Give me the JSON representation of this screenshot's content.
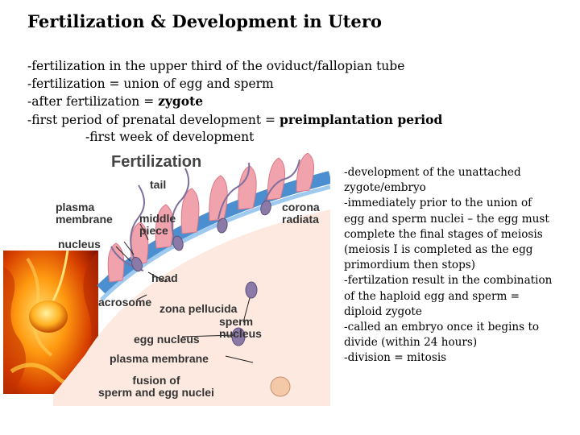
{
  "slide": {
    "title": "Fertilization & Development in Utero",
    "bullets": [
      {
        "text": "-fertilization in the upper third of the oviduct/fallopian tube"
      },
      {
        "text": "-fertilization = union of egg and sperm"
      },
      {
        "text": "-after fertilization = ",
        "bold": "zygote"
      },
      {
        "text": "-first period of prenatal development = ",
        "bold": "preimplantation period"
      },
      {
        "text": "-first week of development"
      }
    ],
    "side_text": [
      "-development of the unattached",
      "zygote/embryo",
      "-immediately prior to the union of",
      "egg and sperm nuclei – the egg must",
      "complete the final stages of meiosis",
      "(meiosis I is completed as the egg",
      "primordium then stops)",
      "-fertilzation result in the combination",
      "of the haploid egg and sperm =",
      "diploid zygote",
      "-called an embryo once it begins to",
      "divide (within 24 hours)",
      "-division = mitosis"
    ]
  },
  "figure": {
    "title": "Fertilization",
    "labels": {
      "tail": "tail",
      "plasma_membrane_top": [
        "plasma",
        "membrane"
      ],
      "middle_piece": [
        "middle",
        "piece"
      ],
      "corona_radiata": [
        "corona",
        "radiata"
      ],
      "nucleus": "nucleus",
      "head": "head",
      "acrosome": "acrosome",
      "zona_pellucida": "zona pellucida",
      "sperm_nucleus": [
        "sperm",
        "nucleus"
      ],
      "egg_nucleus": "egg nucleus",
      "plasma_membrane_bottom": "plasma membrane",
      "fusion": [
        "fusion of",
        "sperm and egg nuclei"
      ]
    }
  },
  "colors": {
    "corona_cells": "#f0a3ad",
    "zona": "#4b8fd0",
    "egg_cytoplasm": "#fde7dc",
    "sperm": "#8b7aa8",
    "photo_fire": "#f08a10"
  }
}
